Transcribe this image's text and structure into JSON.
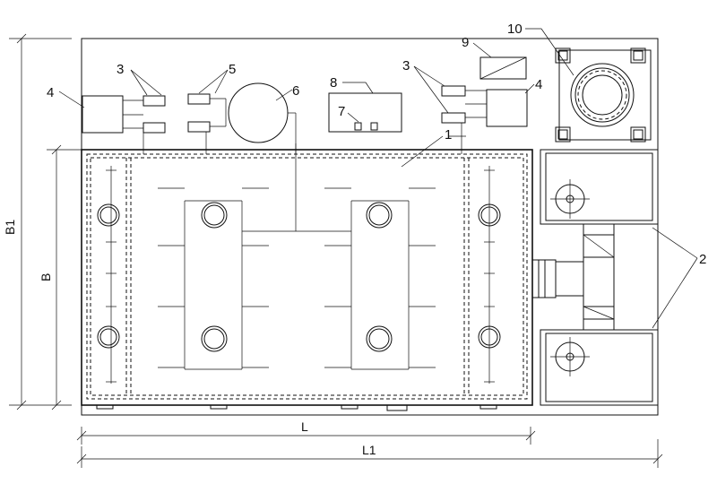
{
  "callouts": {
    "c1": "1",
    "c2": "2",
    "c3a": "3",
    "c3b": "3",
    "c4a": "4",
    "c4b": "4",
    "c5": "5",
    "c6": "6",
    "c7": "7",
    "c8": "8",
    "c9": "9",
    "c10": "10"
  },
  "dimensions": {
    "L": "L",
    "L1": "L1",
    "B": "B",
    "B1": "B1"
  }
}
